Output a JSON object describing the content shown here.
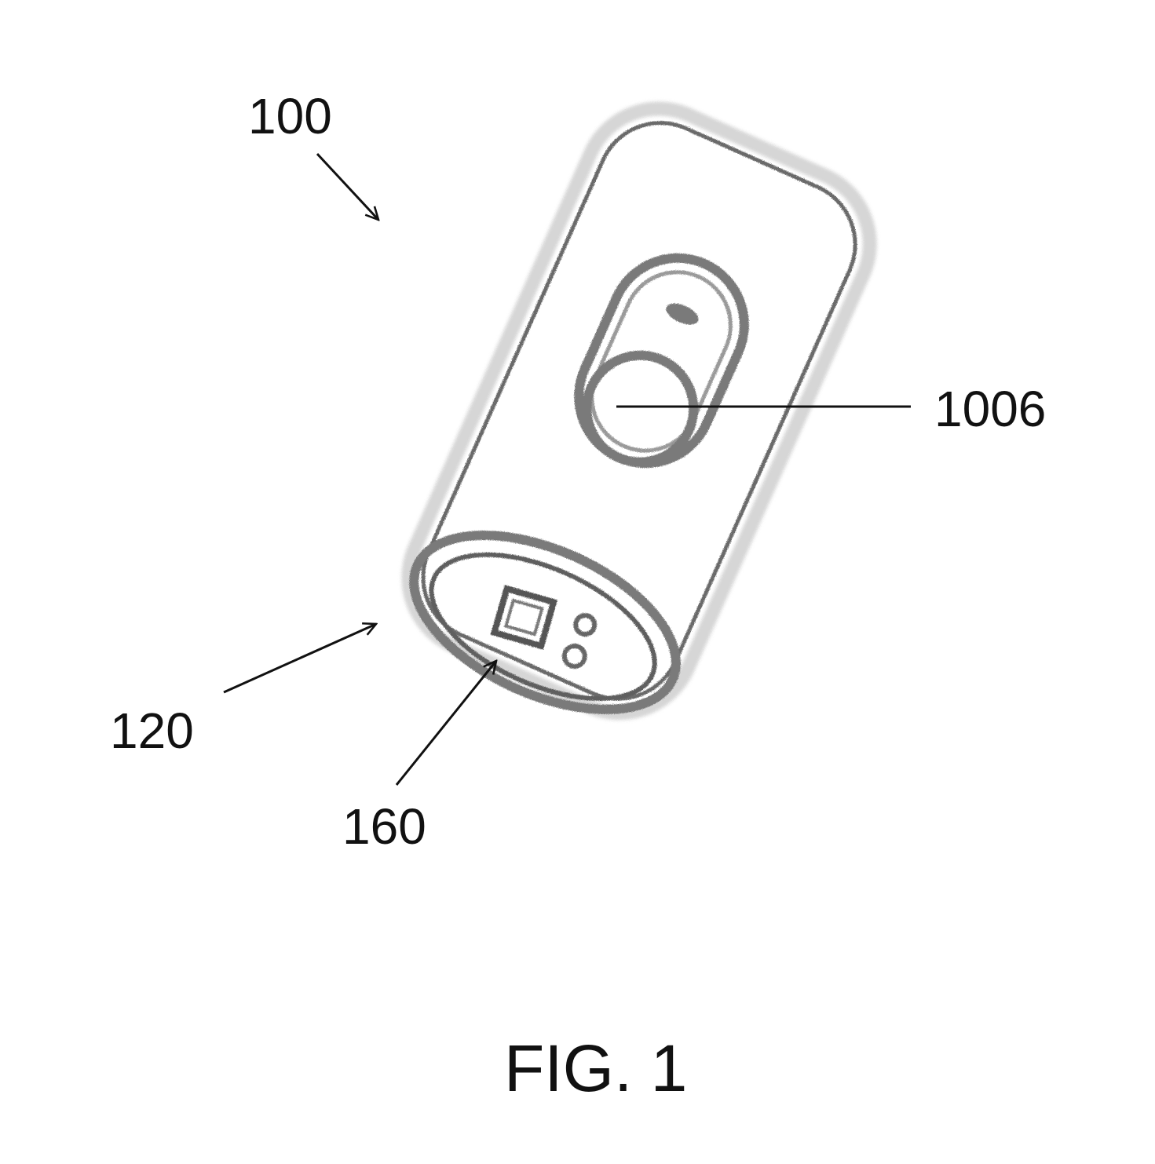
{
  "references": {
    "device": "100",
    "end_cap": "120",
    "end_face_feature": "160",
    "side_button": "1006"
  },
  "caption": "FIG. 1",
  "colors": {
    "ink": "#111111",
    "outline": "#5a5a5a",
    "shade": "#8a8a8a"
  }
}
